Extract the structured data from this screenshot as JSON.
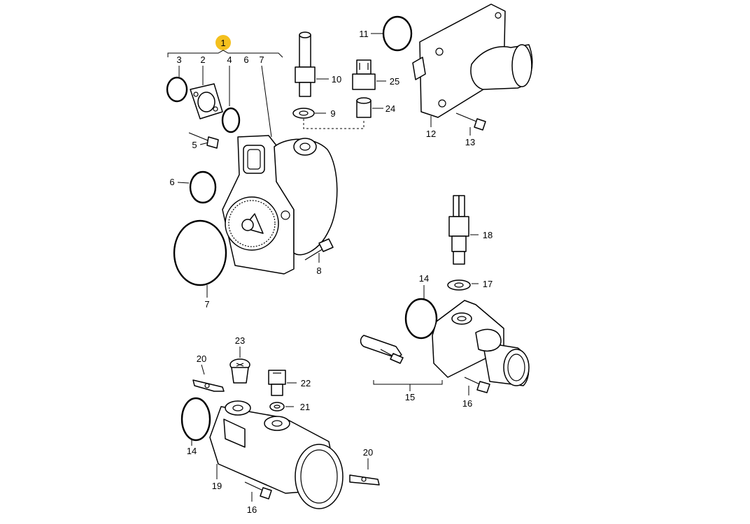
{
  "highlight": {
    "label": "1",
    "color": "#f4c01e"
  },
  "callouts": {
    "c2": "2",
    "c3": "3",
    "c4": "4",
    "c5": "5",
    "c6a": "6",
    "c6b": "6",
    "c7a": "7",
    "c7b": "7",
    "c8": "8",
    "c9": "9",
    "c10": "10",
    "c11": "11",
    "c12": "12",
    "c13": "13",
    "c14a": "14",
    "c14b": "14",
    "c15": "15",
    "c16a": "16",
    "c16b": "16",
    "c17": "17",
    "c18": "18",
    "c19": "19",
    "c20a": "20",
    "c20b": "20",
    "c21": "21",
    "c22": "22",
    "c23": "23",
    "c24": "24",
    "c25": "25"
  }
}
